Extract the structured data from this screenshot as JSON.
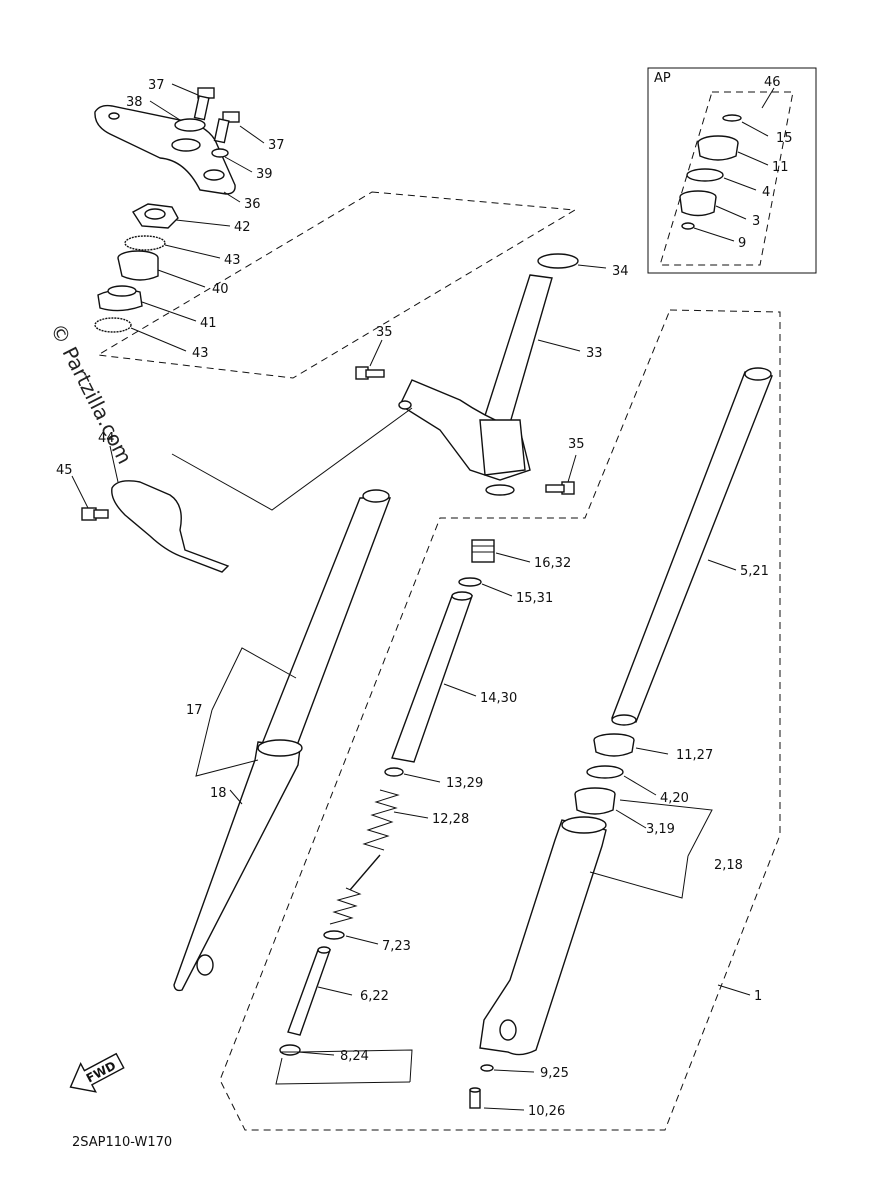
{
  "diagram": {
    "code": "2SAP110-W170",
    "watermark": "© Partzilla.com",
    "ap_label": "AP",
    "fwd_label": "FWD"
  },
  "callouts": [
    {
      "id": "c37a",
      "text": "37"
    },
    {
      "id": "c38",
      "text": "38"
    },
    {
      "id": "c37b",
      "text": "37"
    },
    {
      "id": "c39",
      "text": "39"
    },
    {
      "id": "c36",
      "text": "36"
    },
    {
      "id": "c42",
      "text": "42"
    },
    {
      "id": "c43a",
      "text": "43"
    },
    {
      "id": "c40",
      "text": "40"
    },
    {
      "id": "c41",
      "text": "41"
    },
    {
      "id": "c43b",
      "text": "43"
    },
    {
      "id": "c34",
      "text": "34"
    },
    {
      "id": "c35a",
      "text": "35"
    },
    {
      "id": "c33",
      "text": "33"
    },
    {
      "id": "c35b",
      "text": "35"
    },
    {
      "id": "c44",
      "text": "44"
    },
    {
      "id": "c45",
      "text": "45"
    },
    {
      "id": "c46",
      "text": "46"
    },
    {
      "id": "c15",
      "text": "15"
    },
    {
      "id": "c11",
      "text": "11"
    },
    {
      "id": "c4",
      "text": "4"
    },
    {
      "id": "c3",
      "text": "3"
    },
    {
      "id": "c9",
      "text": "9"
    },
    {
      "id": "c1632",
      "text": "16,32"
    },
    {
      "id": "c1531",
      "text": "15,31"
    },
    {
      "id": "c521",
      "text": "5,21"
    },
    {
      "id": "c1430",
      "text": "14,30"
    },
    {
      "id": "c17",
      "text": "17"
    },
    {
      "id": "c18",
      "text": "18"
    },
    {
      "id": "c1127",
      "text": "11,27"
    },
    {
      "id": "c1329",
      "text": "13,29"
    },
    {
      "id": "c420",
      "text": "4,20"
    },
    {
      "id": "c1228",
      "text": "12,28"
    },
    {
      "id": "c319",
      "text": "3,19"
    },
    {
      "id": "c218",
      "text": "2,18"
    },
    {
      "id": "c723",
      "text": "7,23"
    },
    {
      "id": "c1",
      "text": "1"
    },
    {
      "id": "c622",
      "text": "6,22"
    },
    {
      "id": "c824",
      "text": "8,24"
    },
    {
      "id": "c925",
      "text": "9,25"
    },
    {
      "id": "c1026",
      "text": "10,26"
    }
  ]
}
